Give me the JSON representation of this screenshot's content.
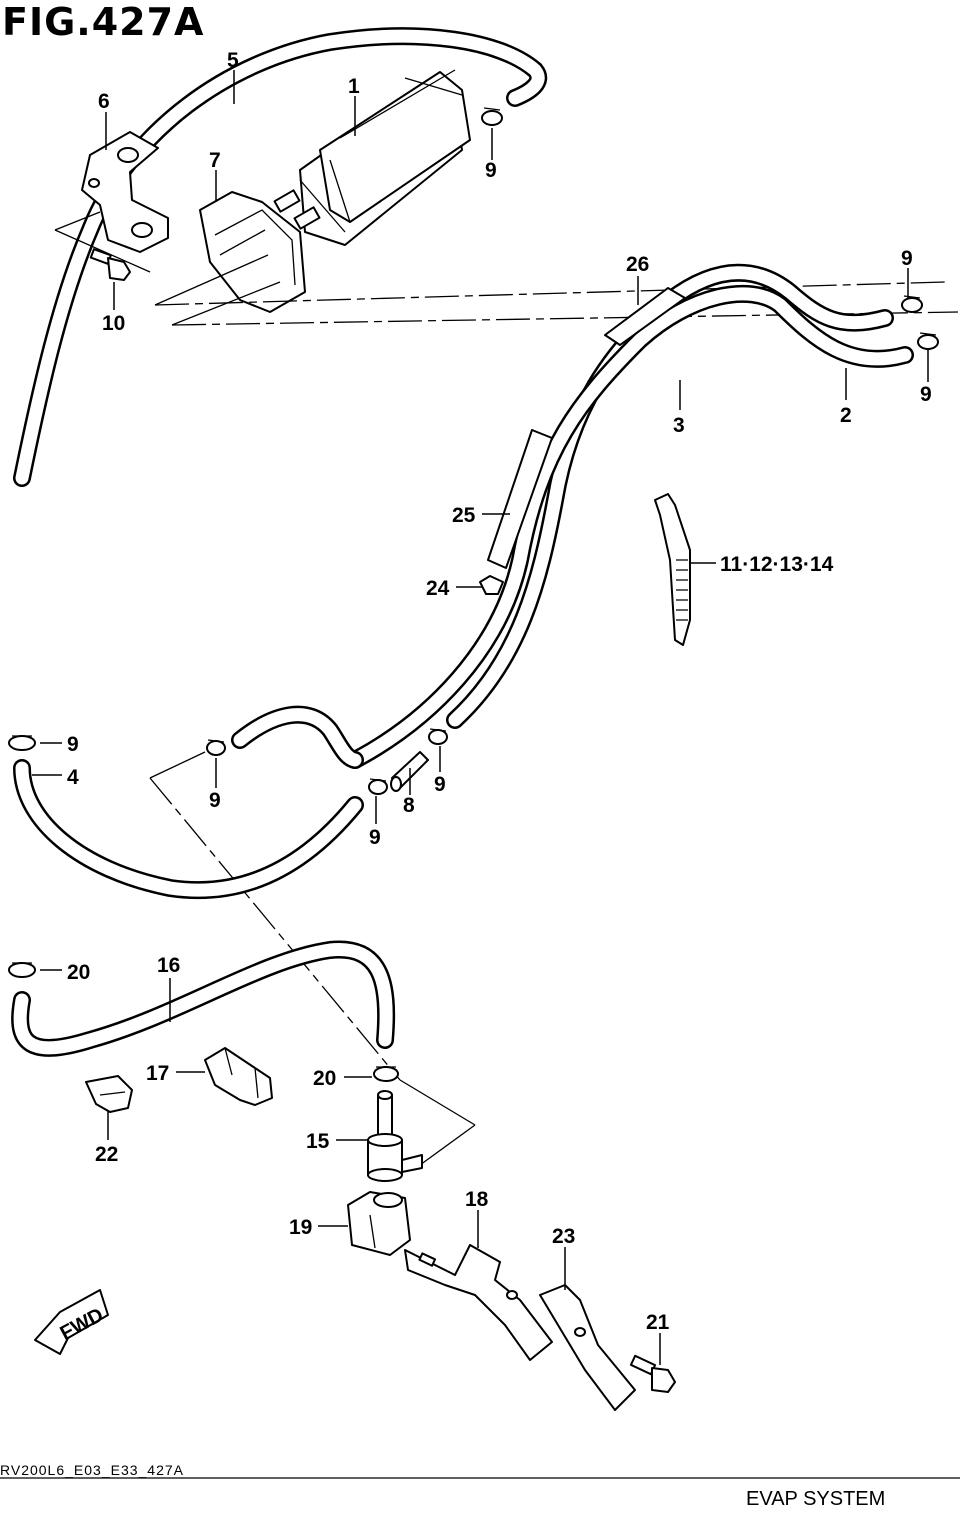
{
  "figure": {
    "title": "FIG.427A",
    "section": "EVAP SYSTEM",
    "code": "RV200L6_E03_E33_427A"
  },
  "direction_marker": "FWD",
  "callouts": [
    {
      "id": "c1",
      "label": "1"
    },
    {
      "id": "c2",
      "label": "2"
    },
    {
      "id": "c3",
      "label": "3"
    },
    {
      "id": "c4",
      "label": "4"
    },
    {
      "id": "c5",
      "label": "5"
    },
    {
      "id": "c6",
      "label": "6"
    },
    {
      "id": "c7",
      "label": "7"
    },
    {
      "id": "c8",
      "label": "8"
    },
    {
      "id": "c9a",
      "label": "9"
    },
    {
      "id": "c9b",
      "label": "9"
    },
    {
      "id": "c9c",
      "label": "9"
    },
    {
      "id": "c9d",
      "label": "9"
    },
    {
      "id": "c9e",
      "label": "9"
    },
    {
      "id": "c9f",
      "label": "9"
    },
    {
      "id": "c9g",
      "label": "9"
    },
    {
      "id": "c9h",
      "label": "9"
    },
    {
      "id": "c10",
      "label": "10"
    },
    {
      "id": "c11",
      "label": "11·12·13·14"
    },
    {
      "id": "c15",
      "label": "15"
    },
    {
      "id": "c16",
      "label": "16"
    },
    {
      "id": "c17",
      "label": "17"
    },
    {
      "id": "c18",
      "label": "18"
    },
    {
      "id": "c19",
      "label": "19"
    },
    {
      "id": "c20a",
      "label": "20"
    },
    {
      "id": "c20b",
      "label": "20"
    },
    {
      "id": "c21",
      "label": "21"
    },
    {
      "id": "c22",
      "label": "22"
    },
    {
      "id": "c23",
      "label": "23"
    },
    {
      "id": "c24",
      "label": "24"
    },
    {
      "id": "c25",
      "label": "25"
    },
    {
      "id": "c26",
      "label": "26"
    }
  ]
}
